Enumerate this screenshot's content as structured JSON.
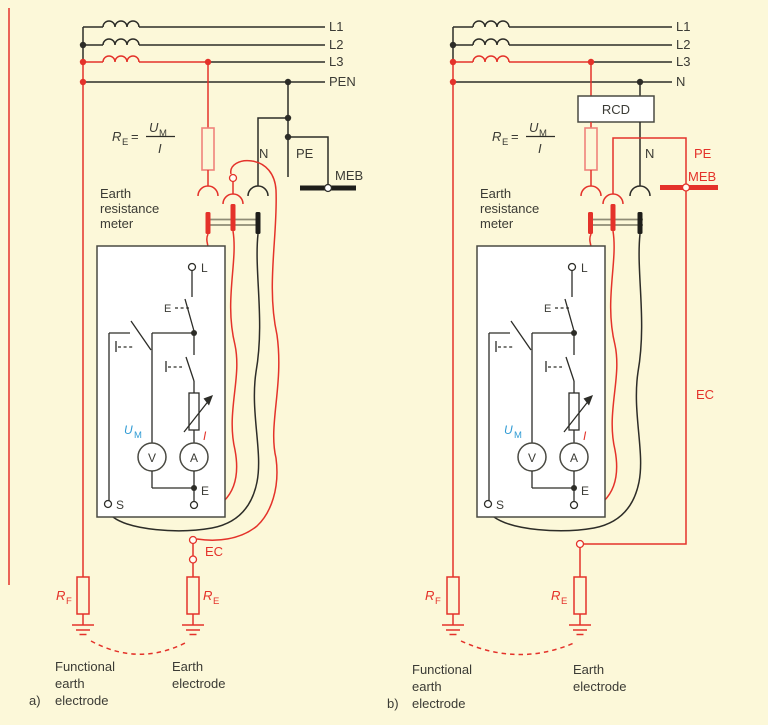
{
  "figure": {
    "type": "electrical-schematic",
    "subject": "Earth resistance measurement with earth resistance meter",
    "variants": [
      "a) TN system with PEN conductor",
      "b) system with RCD and N conductor"
    ]
  },
  "colors": {
    "background": "#fcf8d9",
    "wire_black": "#2d2d28",
    "wire_red": "#e4322a",
    "fuse_red": "#ef837b",
    "plug_bridge_gray": "#8f8c76",
    "um_blue": "#2f9bd4",
    "meter_box_fill": "#ffffff"
  },
  "supply_a": {
    "l1": "L1",
    "l2": "L2",
    "l3": "L3",
    "n": "PEN"
  },
  "supply_b": {
    "l1": "L1",
    "l2": "L2",
    "l3": "L3",
    "n": "N"
  },
  "labels": {
    "formula": {
      "r": "R",
      "r_sub": "E",
      "equals": "=",
      "u": "U",
      "u_sub": "M",
      "i": "I"
    },
    "meter_name": [
      "Earth",
      "resistance",
      "meter"
    ],
    "n": "N",
    "pe": "PE",
    "meb": "MEB",
    "rcd": "RCD",
    "terminal_l": "L",
    "terminal_s": "S",
    "terminal_e": "E",
    "ec": "EC",
    "switch_e": "E",
    "um": "U",
    "um_sub": "M",
    "current_i": "I",
    "voltmeter": "V",
    "ammeter": "A",
    "rf": "R",
    "rf_sub": "F",
    "re": "R",
    "re_sub": "E",
    "functional_electrode": [
      "Functional",
      "earth",
      "electrode"
    ],
    "earth_electrode": [
      "Earth",
      "electrode"
    ],
    "fig_a": "a)",
    "fig_b": "b)"
  }
}
